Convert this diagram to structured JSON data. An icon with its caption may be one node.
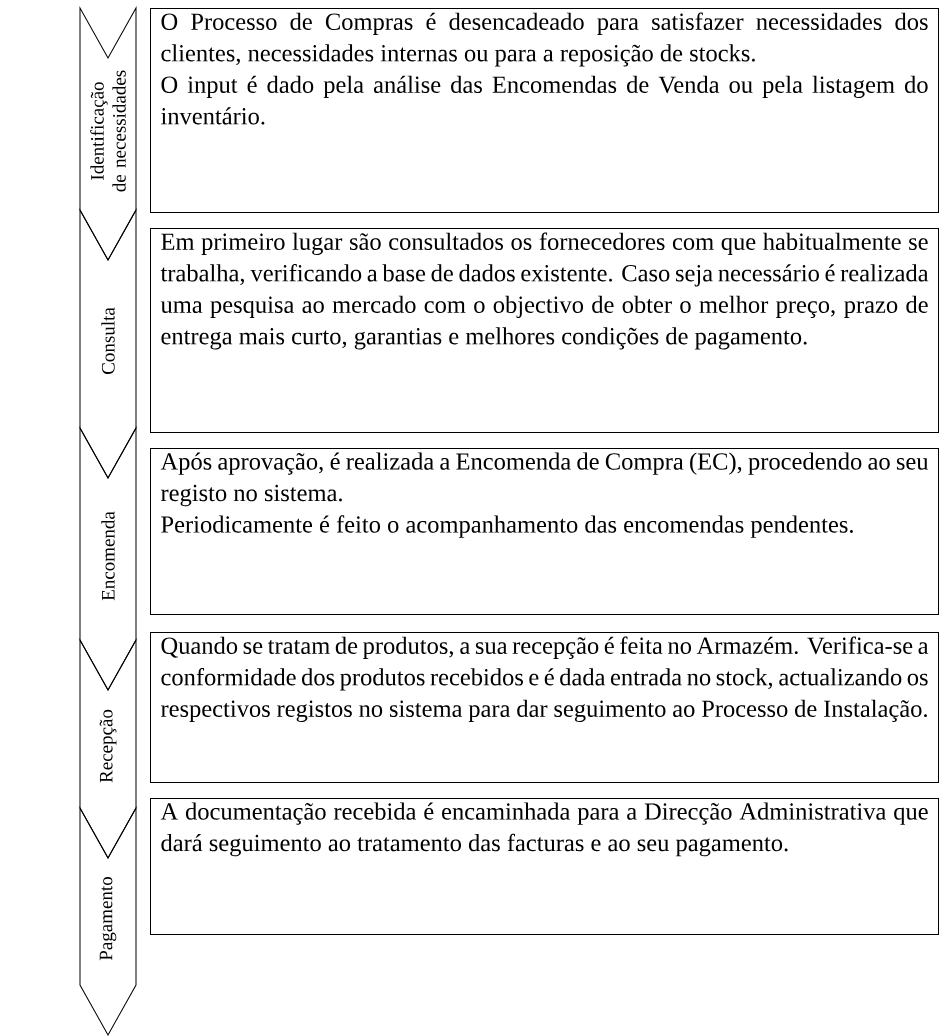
{
  "diagram": {
    "nodes": [
      {
        "text": [
          "Identificação de necessidades"
        ]
      },
      {
        "text": [
          "O Processo de Compras é desencadeado para satisfazer necessidades dos clientes, necessidades internas ou para a reposição de stocks.",
          "O input é dado pela análise das Encomendas de Venda ou pela listagem do inventário."
        ]
      },
      {
        "text": [
          "Consulta"
        ]
      },
      {
        "text": [
          "Em primeiro lugar são consultados os fornecedores com que habitualmente se trabalha, verificando a base de dados existente. Caso seja necessário é realizada uma pesquisa ao mercado com o objectivo de obter o melhor preço, prazo de entrega mais curto, garantias e melhores condições de pagamento."
        ]
      },
      {
        "text": [
          "Encomenda"
        ]
      },
      {
        "text": [
          "Após aprovação, é realizada a Encomenda de Compra (EC), procedendo ao seu registo no sistema.",
          "Periodicamente é feito o acompanhamento das encomendas pendentes."
        ]
      },
      {
        "text": [
          "Recepção"
        ]
      },
      {
        "text": [
          "Quando se tratam de produtos, a sua recepção é feita no Armazém. Verifica-se a conformidade dos produtos recebidos e é dada entrada no stock, actualizando os respectivos registos no sistema para dar seguimento ao Processo de Instalação."
        ]
      },
      {
        "text": [
          "Pagamento"
        ]
      },
      {
        "text": [
          "A documentação recebida é encaminhada para a Direcção Administrativa que dará seguimento ao tratamento das facturas e ao seu pagamento."
        ]
      }
    ]
  }
}
